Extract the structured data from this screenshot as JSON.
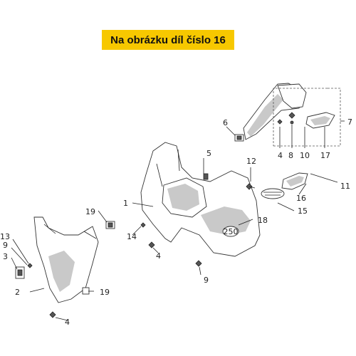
{
  "banner": {
    "text": "Na obrázku díl číslo 16",
    "color": "#f7c800"
  },
  "callouts": {
    "c1": "1",
    "c2": "2",
    "c3": "3",
    "c4a": "4",
    "c4b": "4",
    "c4c": "4",
    "c5": "5",
    "c6": "6",
    "c7": "7",
    "c8": "8",
    "c9a": "9",
    "c9b": "9",
    "c10": "10",
    "c11": "11",
    "c12": "12",
    "c13": "13",
    "c14": "14",
    "c15": "15",
    "c16": "16",
    "c17": "17",
    "c18": "18",
    "c19a": "19",
    "c19b": "19"
  },
  "plate": {
    "text": "250"
  }
}
